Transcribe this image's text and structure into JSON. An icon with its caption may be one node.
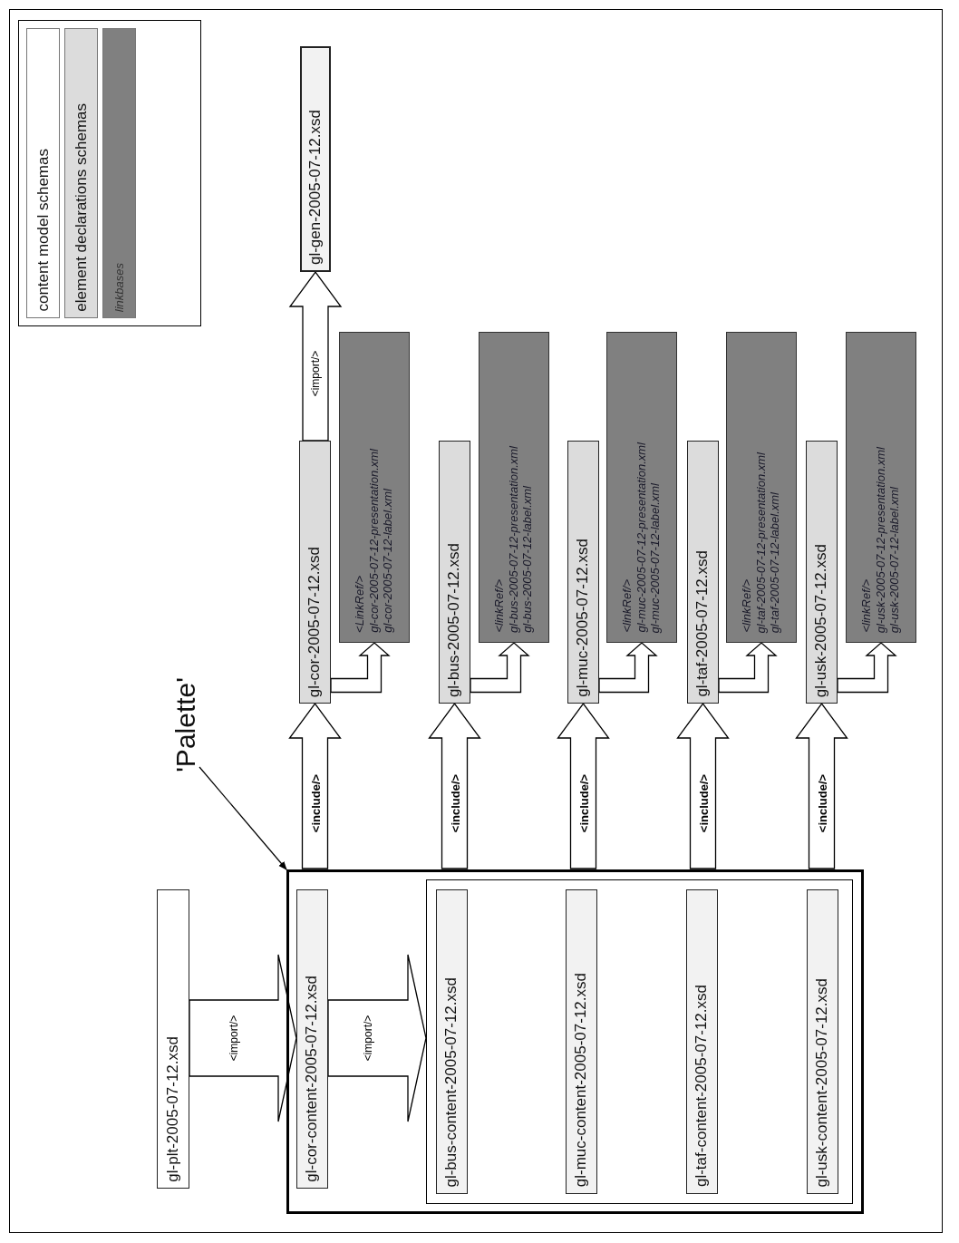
{
  "diagram": {
    "nodes": [
      {
        "text": [
          "gl-gen-2005-07-12.xsd"
        ]
      },
      {
        "text": [
          "gl-cor-2005-07-12.xsd"
        ]
      },
      {
        "text": [
          "<LinkRef/>",
          "gl-cor-2005-07-12-presentation.xml",
          "gl-cor-2005-07-12-label.xml"
        ]
      },
      {
        "text": [
          "gl-bus-2005-07-12.xsd"
        ]
      },
      {
        "text": [
          "<linkRef/>",
          "gl-bus-2005-07-12-presentation.xml",
          "gl-bus-2005-07-12-label.xml"
        ]
      },
      {
        "text": [
          "gl-muc-2005-07-12.xsd"
        ]
      },
      {
        "text": [
          "<linkRef/>",
          "gl-muc-2005-07-12-presentation.xml",
          "gl-muc-2005-07-12-label.xml"
        ]
      },
      {
        "text": [
          "gl-taf-2005-07-12.xsd"
        ]
      },
      {
        "text": [
          "<linkRef/>",
          "gl-taf-2005-07-12-presentation.xml",
          "gl-taf-2005-07-12-label.xml"
        ]
      },
      {
        "text": [
          "gl-usk-2005-07-12.xsd"
        ]
      },
      {
        "text": [
          "<linkRef/>",
          "gl-usk-2005-07-12-presentation.xml",
          "gl-usk-2005-07-12-label.xml"
        ]
      },
      {
        "text": [
          "'Palette'"
        ]
      },
      {
        "text": [
          "gl-plt-2005-07-12.xsd"
        ]
      },
      {
        "text": [],
        "shape": "box"
      },
      {
        "text": [
          "gl-cor-content-2005-07-12.xsd"
        ],
        "in": 13
      },
      {
        "text": [],
        "shape": "box",
        "in": 13
      },
      {
        "text": [
          "gl-bus-content-2005-07-12.xsd"
        ],
        "in": 15
      },
      {
        "text": [
          "gl-muc-content-2005-07-12.xsd"
        ],
        "in": 15
      },
      {
        "text": [
          "gl-taf-content-2005-07-12.xsd"
        ],
        "in": 15
      },
      {
        "text": [
          "gl-usk-content-2005-07-12.xsd"
        ],
        "in": 15
      }
    ],
    "edges": [
      {
        "from": 1,
        "to": 0,
        "arrow": "to",
        "label": "<import/>"
      },
      {
        "from": 12,
        "to": 14,
        "arrow": "to",
        "label": "<import/>"
      },
      {
        "from": 14,
        "to": 15,
        "arrow": "to",
        "label": "<import/>"
      },
      {
        "from": 14,
        "to": 1,
        "arrow": "to",
        "label": "<include/>"
      },
      {
        "from": 16,
        "to": 3,
        "arrow": "to",
        "label": "<include/>"
      },
      {
        "from": 17,
        "to": 5,
        "arrow": "to",
        "label": "<include/>"
      },
      {
        "from": 18,
        "to": 7,
        "arrow": "to",
        "label": "<include/>"
      },
      {
        "from": 19,
        "to": 9,
        "arrow": "to",
        "label": "<include/>"
      },
      {
        "from": 1,
        "to": 2,
        "arrow": "to"
      },
      {
        "from": 3,
        "to": 4,
        "arrow": "to"
      },
      {
        "from": 5,
        "to": 6,
        "arrow": "to"
      },
      {
        "from": 7,
        "to": 8,
        "arrow": "to"
      },
      {
        "from": 9,
        "to": 10,
        "arrow": "to"
      },
      {
        "from": 11,
        "to": 13,
        "arrow": "to"
      }
    ],
    "legend": [
      {
        "text": "content model schemas",
        "color": "#ffffff"
      },
      {
        "text": "element declarations schemas",
        "color": "#dcdcdc"
      },
      {
        "text": "linkbases",
        "color": "#808080"
      }
    ]
  }
}
